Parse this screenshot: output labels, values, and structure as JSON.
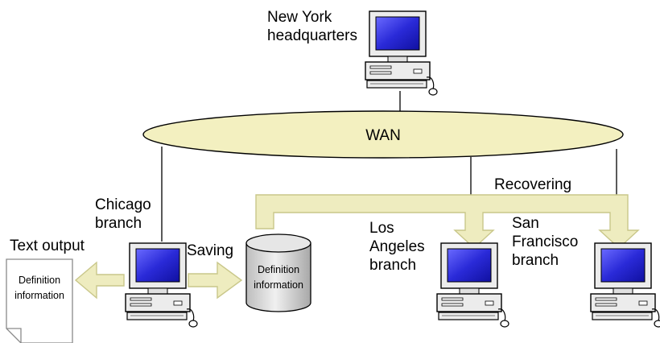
{
  "diagram": {
    "wan_label": "WAN",
    "recovering_label": "Recovering",
    "saving_label": "Saving",
    "text_output_label": "Text output",
    "nodes": {
      "new_york": {
        "line1": "New York",
        "line2": "headquarters"
      },
      "chicago": {
        "line1": "Chicago",
        "line2": "branch"
      },
      "los_angeles": {
        "line1": "Los",
        "line2": "Angeles",
        "line3": "branch"
      },
      "san_francisco": {
        "line1": "San",
        "line2": "Francisco",
        "line3": "branch"
      }
    },
    "database": {
      "line1": "Definition",
      "line2": "information"
    },
    "document": {
      "line1": "Definition",
      "line2": "information"
    },
    "icons": [
      "computer-icon",
      "database-icon",
      "document-icon",
      "arrow-icon"
    ],
    "colors": {
      "wan_fill": "#f3f0c0",
      "arrow_fill": "#eeecbf",
      "arrow_stroke": "#c9c78a",
      "screen": "#2a2ad8",
      "computer_body": "#ececec",
      "database_fill": "#d9d9d9"
    }
  }
}
